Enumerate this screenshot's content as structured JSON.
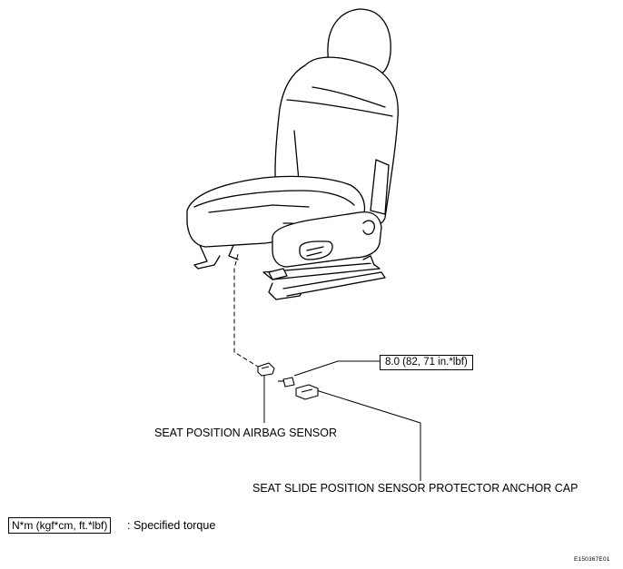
{
  "callouts": {
    "torque_value": "8.0 (82, 71 in.*lbf)",
    "seat_position_airbag_sensor": "SEAT POSITION AIRBAG SENSOR",
    "protector_anchor_cap": "SEAT SLIDE POSITION SENSOR PROTECTOR ANCHOR CAP"
  },
  "legend": {
    "unit_box": "N*m (kgf*cm, ft.*lbf)",
    "description": ": Specified torque"
  },
  "figure_id": "E150367E01"
}
